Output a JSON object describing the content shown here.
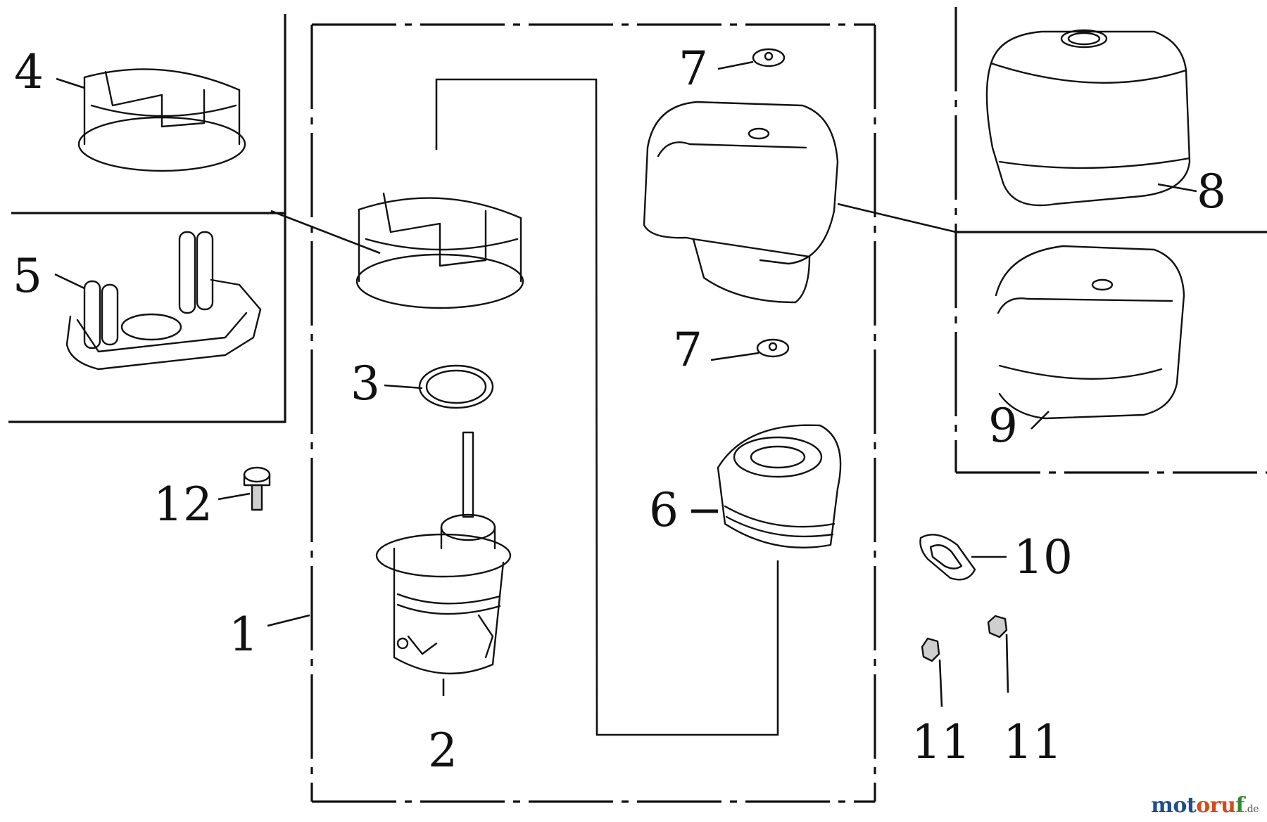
{
  "labels": {
    "p1": "1",
    "p2": "2",
    "p3": "3",
    "p4": "4",
    "p5": "5",
    "p6": "6",
    "p7a": "7",
    "p7b": "7",
    "p8": "8",
    "p9": "9",
    "p10": "10",
    "p11a": "11",
    "p11b": "11",
    "p12": "12"
  },
  "watermark": {
    "part1": "mot",
    "part2": "oru",
    "part3": "f",
    "tld": ".de"
  }
}
